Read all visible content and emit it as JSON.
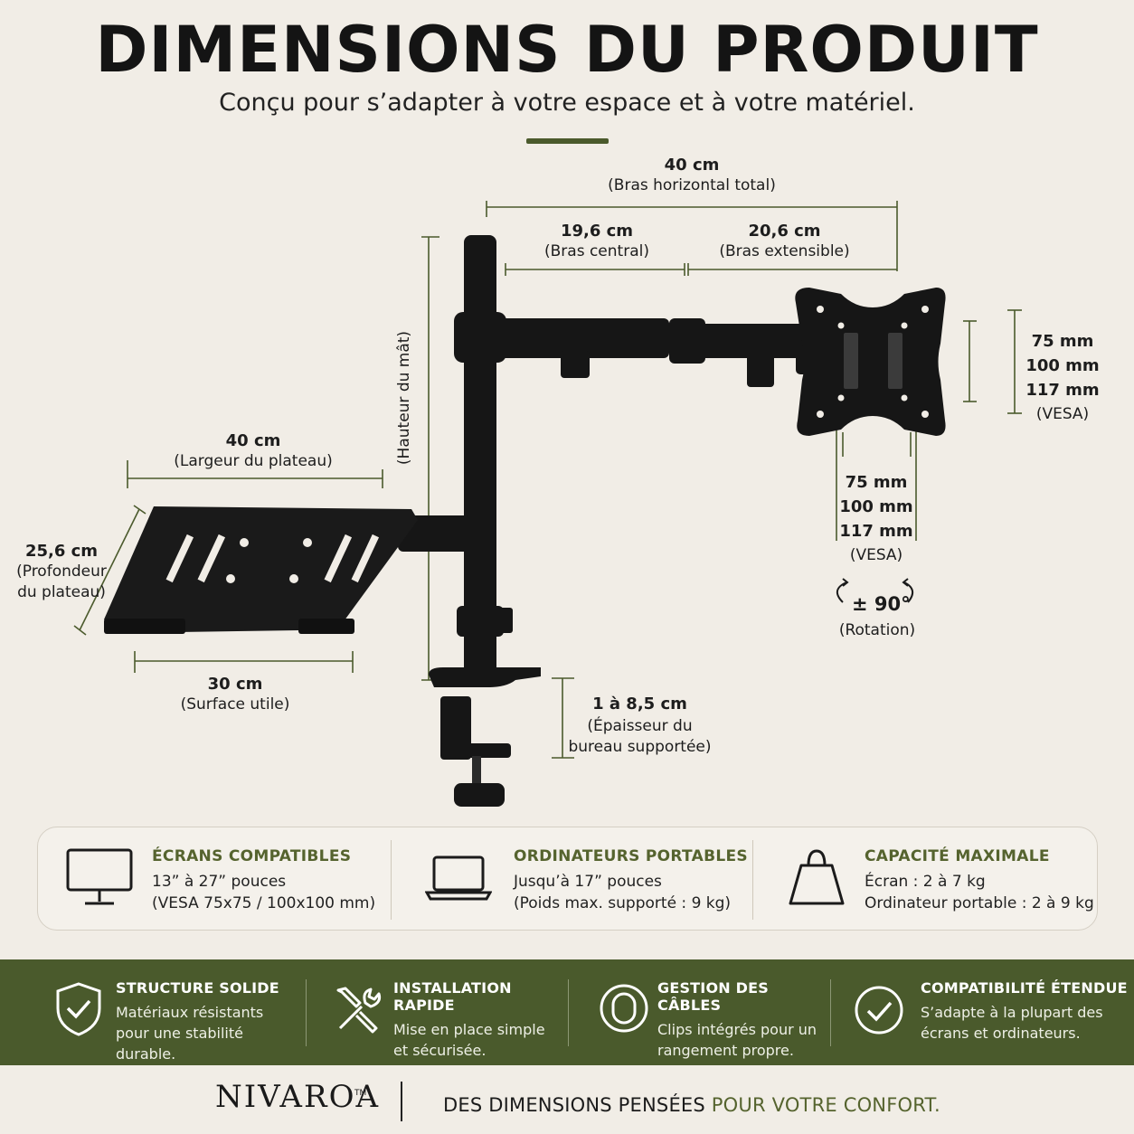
{
  "header": {
    "title": "DIMENSIONS DU PRODUIT",
    "subtitle": "Conçu pour s’adapter à votre espace et à votre matériel."
  },
  "dimensions": {
    "arm_total": {
      "value": "40 cm",
      "caption": "(Bras horizontal total)"
    },
    "arm_central": {
      "value": "19,6 cm",
      "caption": "(Bras central)"
    },
    "arm_extensible": {
      "value": "20,6 cm",
      "caption": "(Bras extensible)"
    },
    "pole_height": {
      "caption": "(Hauteur du mât)"
    },
    "vesa_vertical": {
      "values": [
        "75 mm",
        "100 mm",
        "117 mm"
      ],
      "caption": "(VESA)"
    },
    "vesa_horizontal": {
      "values": [
        "75 mm",
        "100 mm",
        "117 mm"
      ],
      "caption": "(VESA)"
    },
    "rotation": {
      "value": "± 90°",
      "caption": "(Rotation)"
    },
    "tray_width": {
      "value": "40 cm",
      "caption": "(Largeur du plateau)"
    },
    "tray_depth": {
      "value": "25,6 cm",
      "caption_line1": "(Profondeur",
      "caption_line2": "du plateau)"
    },
    "usable_surface": {
      "value": "30 cm",
      "caption": "(Surface utile)"
    },
    "desk_thickness": {
      "value": "1 à 8,5 cm",
      "caption_line1": "(Épaisseur du",
      "caption_line2": "bureau supportée)"
    }
  },
  "specs": [
    {
      "icon": "monitor-icon",
      "heading": "ÉCRANS COMPATIBLES",
      "line1": "13” à 27” pouces",
      "line2": "(VESA 75x75 / 100x100 mm)"
    },
    {
      "icon": "laptop-icon",
      "heading": "ORDINATEURS PORTABLES",
      "line1": "Jusqu’à 17” pouces",
      "line2": "(Poids max. supporté : 9 kg)"
    },
    {
      "icon": "weight-icon",
      "heading": "CAPACITÉ MAXIMALE",
      "line1": "Écran : 2 à 7 kg",
      "line2": "Ordinateur portable : 2 à 9 kg"
    }
  ],
  "features": [
    {
      "icon": "shield-check-icon",
      "heading": "STRUCTURE SOLIDE",
      "line1": "Matériaux résistants",
      "line2": "pour une stabilité durable."
    },
    {
      "icon": "tools-icon",
      "heading": "INSTALLATION RAPIDE",
      "line1": "Mise en place simple",
      "line2": "et sécurisée."
    },
    {
      "icon": "cable-clip-icon",
      "heading": "GESTION DES CÂBLES",
      "line1": "Clips intégrés pour un",
      "line2": "rangement propre."
    },
    {
      "icon": "check-circle-icon",
      "heading": "COMPATIBILITÉ ÉTENDUE",
      "line1": "S’adapte à la plupart des",
      "line2": "écrans et ordinateurs."
    }
  ],
  "footer": {
    "brand": "NIVAROA",
    "trademark": "TM",
    "tagline_part1": "DES DIMENSIONS PENSÉES ",
    "tagline_part2": "POUR VOTRE CONFORT."
  },
  "colors": {
    "accent_green": "#4a5a2c",
    "heading_green": "#55632e",
    "background": "#f1ede6",
    "product_black": "#161616"
  }
}
